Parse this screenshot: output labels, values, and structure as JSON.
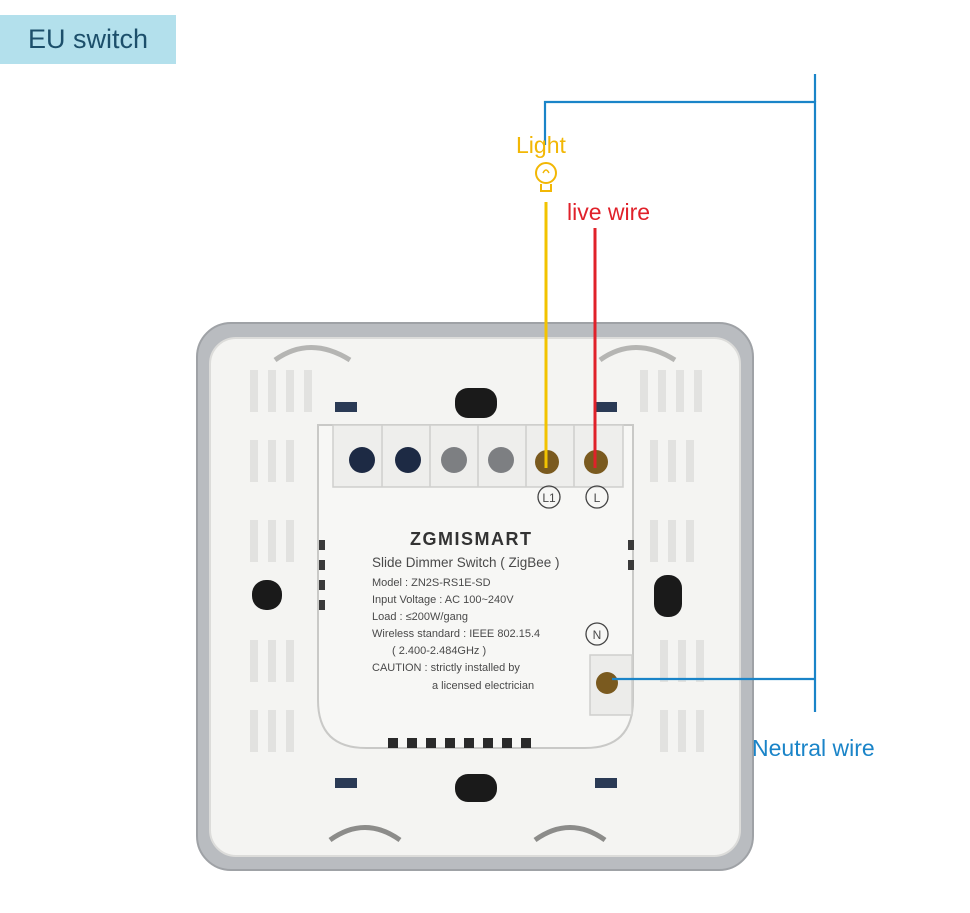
{
  "title": "EU switch",
  "labels": {
    "light": "Light",
    "live_wire": "live wire",
    "neutral_wire": "Neutral wire"
  },
  "device": {
    "brand": "ZGMISMART",
    "product": "Slide Dimmer Switch ( ZigBee )",
    "model": "Model : ZN2S-RS1E-SD",
    "input_voltage": "Input Voltage : AC 100~240V",
    "load": "Load : ≤200W/gang",
    "wireless": "Wireless standard : IEEE 802.15.4",
    "frequency": "( 2.400-2.484GHz )",
    "caution_1": "CAUTION : strictly installed by",
    "caution_2": "a licensed electrician",
    "terminals": {
      "l1": "L1",
      "l": "L",
      "n": "N"
    }
  },
  "colors": {
    "light_wire": "#f2c300",
    "live_wire": "#e0212a",
    "neutral_wire": "#1a84c8",
    "title_bg": "#b3e0ec"
  },
  "icons": {
    "light": "light-bulb-icon"
  }
}
